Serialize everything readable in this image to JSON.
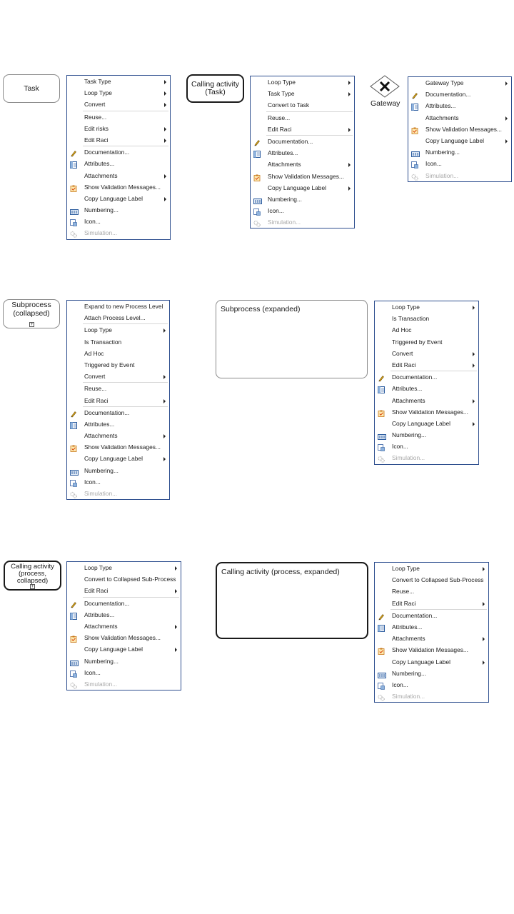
{
  "shapes": {
    "task": "Task",
    "calling_task_line1": "Calling activity",
    "calling_task_line2": "(Task)",
    "gateway": "Gateway",
    "subproc_collapsed_line1": "Subprocess",
    "subproc_collapsed_line2": "(collapsed)",
    "subproc_expanded": "Subprocess (expanded)",
    "calling_proc_collapsed_line1": "Calling activity",
    "calling_proc_collapsed_line2": "(process,",
    "calling_proc_collapsed_line3": "collapsed)",
    "calling_proc_expanded": "Calling activity (process, expanded)",
    "collapse_mark": "+"
  },
  "menus": {
    "task": [
      {
        "label": "Task Type",
        "sub": true
      },
      {
        "label": "Loop Type",
        "sub": true
      },
      {
        "label": "Convert",
        "sub": true
      },
      {
        "sep": true
      },
      {
        "label": "Reuse..."
      },
      {
        "label": "Edit risks",
        "sub": true
      },
      {
        "label": "Edit Raci",
        "sub": true
      },
      {
        "sep": true
      },
      {
        "label": "Documentation...",
        "icon": "pencil-icon"
      },
      {
        "label": "Attributes...",
        "icon": "attributes-icon"
      },
      {
        "label": "Attachments",
        "sub": true
      },
      {
        "label": "Show Validation Messages...",
        "icon": "validation-clipboard-icon"
      },
      {
        "label": "Copy Language Label",
        "sub": true
      },
      {
        "label": "Numbering...",
        "icon": "numbering-icon"
      },
      {
        "label": "Icon...",
        "icon": "icon-picker-icon"
      },
      {
        "label": "Simulation...",
        "icon": "simulation-gears-icon",
        "disabled": true
      }
    ],
    "calling_task": [
      {
        "label": "Loop Type",
        "sub": true
      },
      {
        "label": "Task Type",
        "sub": true
      },
      {
        "label": "Convert to Task"
      },
      {
        "sep": true
      },
      {
        "label": "Reuse..."
      },
      {
        "label": "Edit Raci",
        "sub": true
      },
      {
        "sep": true
      },
      {
        "label": "Documentation...",
        "icon": "pencil-icon"
      },
      {
        "label": "Attributes...",
        "icon": "attributes-icon"
      },
      {
        "label": "Attachments",
        "sub": true
      },
      {
        "label": "Show Validation Messages...",
        "icon": "validation-clipboard-icon"
      },
      {
        "label": "Copy Language Label",
        "sub": true
      },
      {
        "label": "Numbering...",
        "icon": "numbering-icon"
      },
      {
        "label": "Icon...",
        "icon": "icon-picker-icon"
      },
      {
        "label": "Simulation...",
        "icon": "simulation-gears-icon",
        "disabled": true
      }
    ],
    "gateway": [
      {
        "label": "Gateway Type",
        "sub": true
      },
      {
        "label": "Documentation...",
        "icon": "pencil-icon"
      },
      {
        "label": "Attributes...",
        "icon": "attributes-icon"
      },
      {
        "label": "Attachments",
        "sub": true
      },
      {
        "label": "Show Validation Messages...",
        "icon": "validation-clipboard-icon"
      },
      {
        "label": "Copy Language Label",
        "sub": true
      },
      {
        "label": "Numbering...",
        "icon": "numbering-icon"
      },
      {
        "label": "Icon...",
        "icon": "icon-picker-icon"
      },
      {
        "label": "Simulation...",
        "icon": "simulation-gears-icon",
        "disabled": true
      }
    ],
    "subproc_collapsed": [
      {
        "label": "Expand to new Process Level"
      },
      {
        "label": "Attach Process Level..."
      },
      {
        "sep": true
      },
      {
        "label": "Loop Type",
        "sub": true
      },
      {
        "label": "Is Transaction"
      },
      {
        "label": "Ad Hoc"
      },
      {
        "label": "Triggered by Event"
      },
      {
        "label": "Convert",
        "sub": true
      },
      {
        "sep": true
      },
      {
        "label": "Reuse..."
      },
      {
        "label": "Edit Raci",
        "sub": true
      },
      {
        "sep": true
      },
      {
        "label": "Documentation...",
        "icon": "pencil-icon"
      },
      {
        "label": "Attributes...",
        "icon": "attributes-icon"
      },
      {
        "label": "Attachments",
        "sub": true
      },
      {
        "label": "Show Validation Messages...",
        "icon": "validation-clipboard-icon"
      },
      {
        "label": "Copy Language Label",
        "sub": true
      },
      {
        "label": "Numbering...",
        "icon": "numbering-icon"
      },
      {
        "label": "Icon...",
        "icon": "icon-picker-icon"
      },
      {
        "label": "Simulation...",
        "icon": "simulation-gears-icon",
        "disabled": true
      }
    ],
    "subproc_expanded": [
      {
        "label": "Loop Type",
        "sub": true
      },
      {
        "label": "Is Transaction"
      },
      {
        "label": "Ad Hoc"
      },
      {
        "label": "Triggered by Event"
      },
      {
        "label": "Convert",
        "sub": true
      },
      {
        "label": "Edit Raci",
        "sub": true
      },
      {
        "sep": true
      },
      {
        "label": "Documentation...",
        "icon": "pencil-icon"
      },
      {
        "label": "Attributes...",
        "icon": "attributes-icon"
      },
      {
        "label": "Attachments",
        "sub": true
      },
      {
        "label": "Show Validation Messages...",
        "icon": "validation-clipboard-icon"
      },
      {
        "label": "Copy Language Label",
        "sub": true
      },
      {
        "label": "Numbering...",
        "icon": "numbering-icon"
      },
      {
        "label": "Icon...",
        "icon": "icon-picker-icon"
      },
      {
        "label": "Simulation...",
        "icon": "simulation-gears-icon",
        "disabled": true
      }
    ],
    "calling_proc_collapsed": [
      {
        "label": "Loop Type",
        "sub": true
      },
      {
        "label": "Convert to Collapsed Sub-Process"
      },
      {
        "label": "Edit Raci",
        "sub": true
      },
      {
        "sep": true
      },
      {
        "label": "Documentation...",
        "icon": "pencil-icon"
      },
      {
        "label": "Attributes...",
        "icon": "attributes-icon"
      },
      {
        "label": "Attachments",
        "sub": true
      },
      {
        "label": "Show Validation Messages...",
        "icon": "validation-clipboard-icon"
      },
      {
        "label": "Copy Language Label",
        "sub": true
      },
      {
        "label": "Numbering...",
        "icon": "numbering-icon"
      },
      {
        "label": "Icon...",
        "icon": "icon-picker-icon"
      },
      {
        "label": "Simulation...",
        "icon": "simulation-gears-icon",
        "disabled": true
      }
    ],
    "calling_proc_expanded": [
      {
        "label": "Loop Type",
        "sub": true
      },
      {
        "label": "Convert to Collapsed Sub-Process"
      },
      {
        "label": "Reuse..."
      },
      {
        "label": "Edit Raci",
        "sub": true
      },
      {
        "sep": true
      },
      {
        "label": "Documentation...",
        "icon": "pencil-icon"
      },
      {
        "label": "Attributes...",
        "icon": "attributes-icon"
      },
      {
        "label": "Attachments",
        "sub": true
      },
      {
        "label": "Show Validation Messages...",
        "icon": "validation-clipboard-icon"
      },
      {
        "label": "Copy Language Label",
        "sub": true
      },
      {
        "label": "Numbering...",
        "icon": "numbering-icon"
      },
      {
        "label": "Icon...",
        "icon": "icon-picker-icon"
      },
      {
        "label": "Simulation...",
        "icon": "simulation-gears-icon",
        "disabled": true
      }
    ]
  }
}
